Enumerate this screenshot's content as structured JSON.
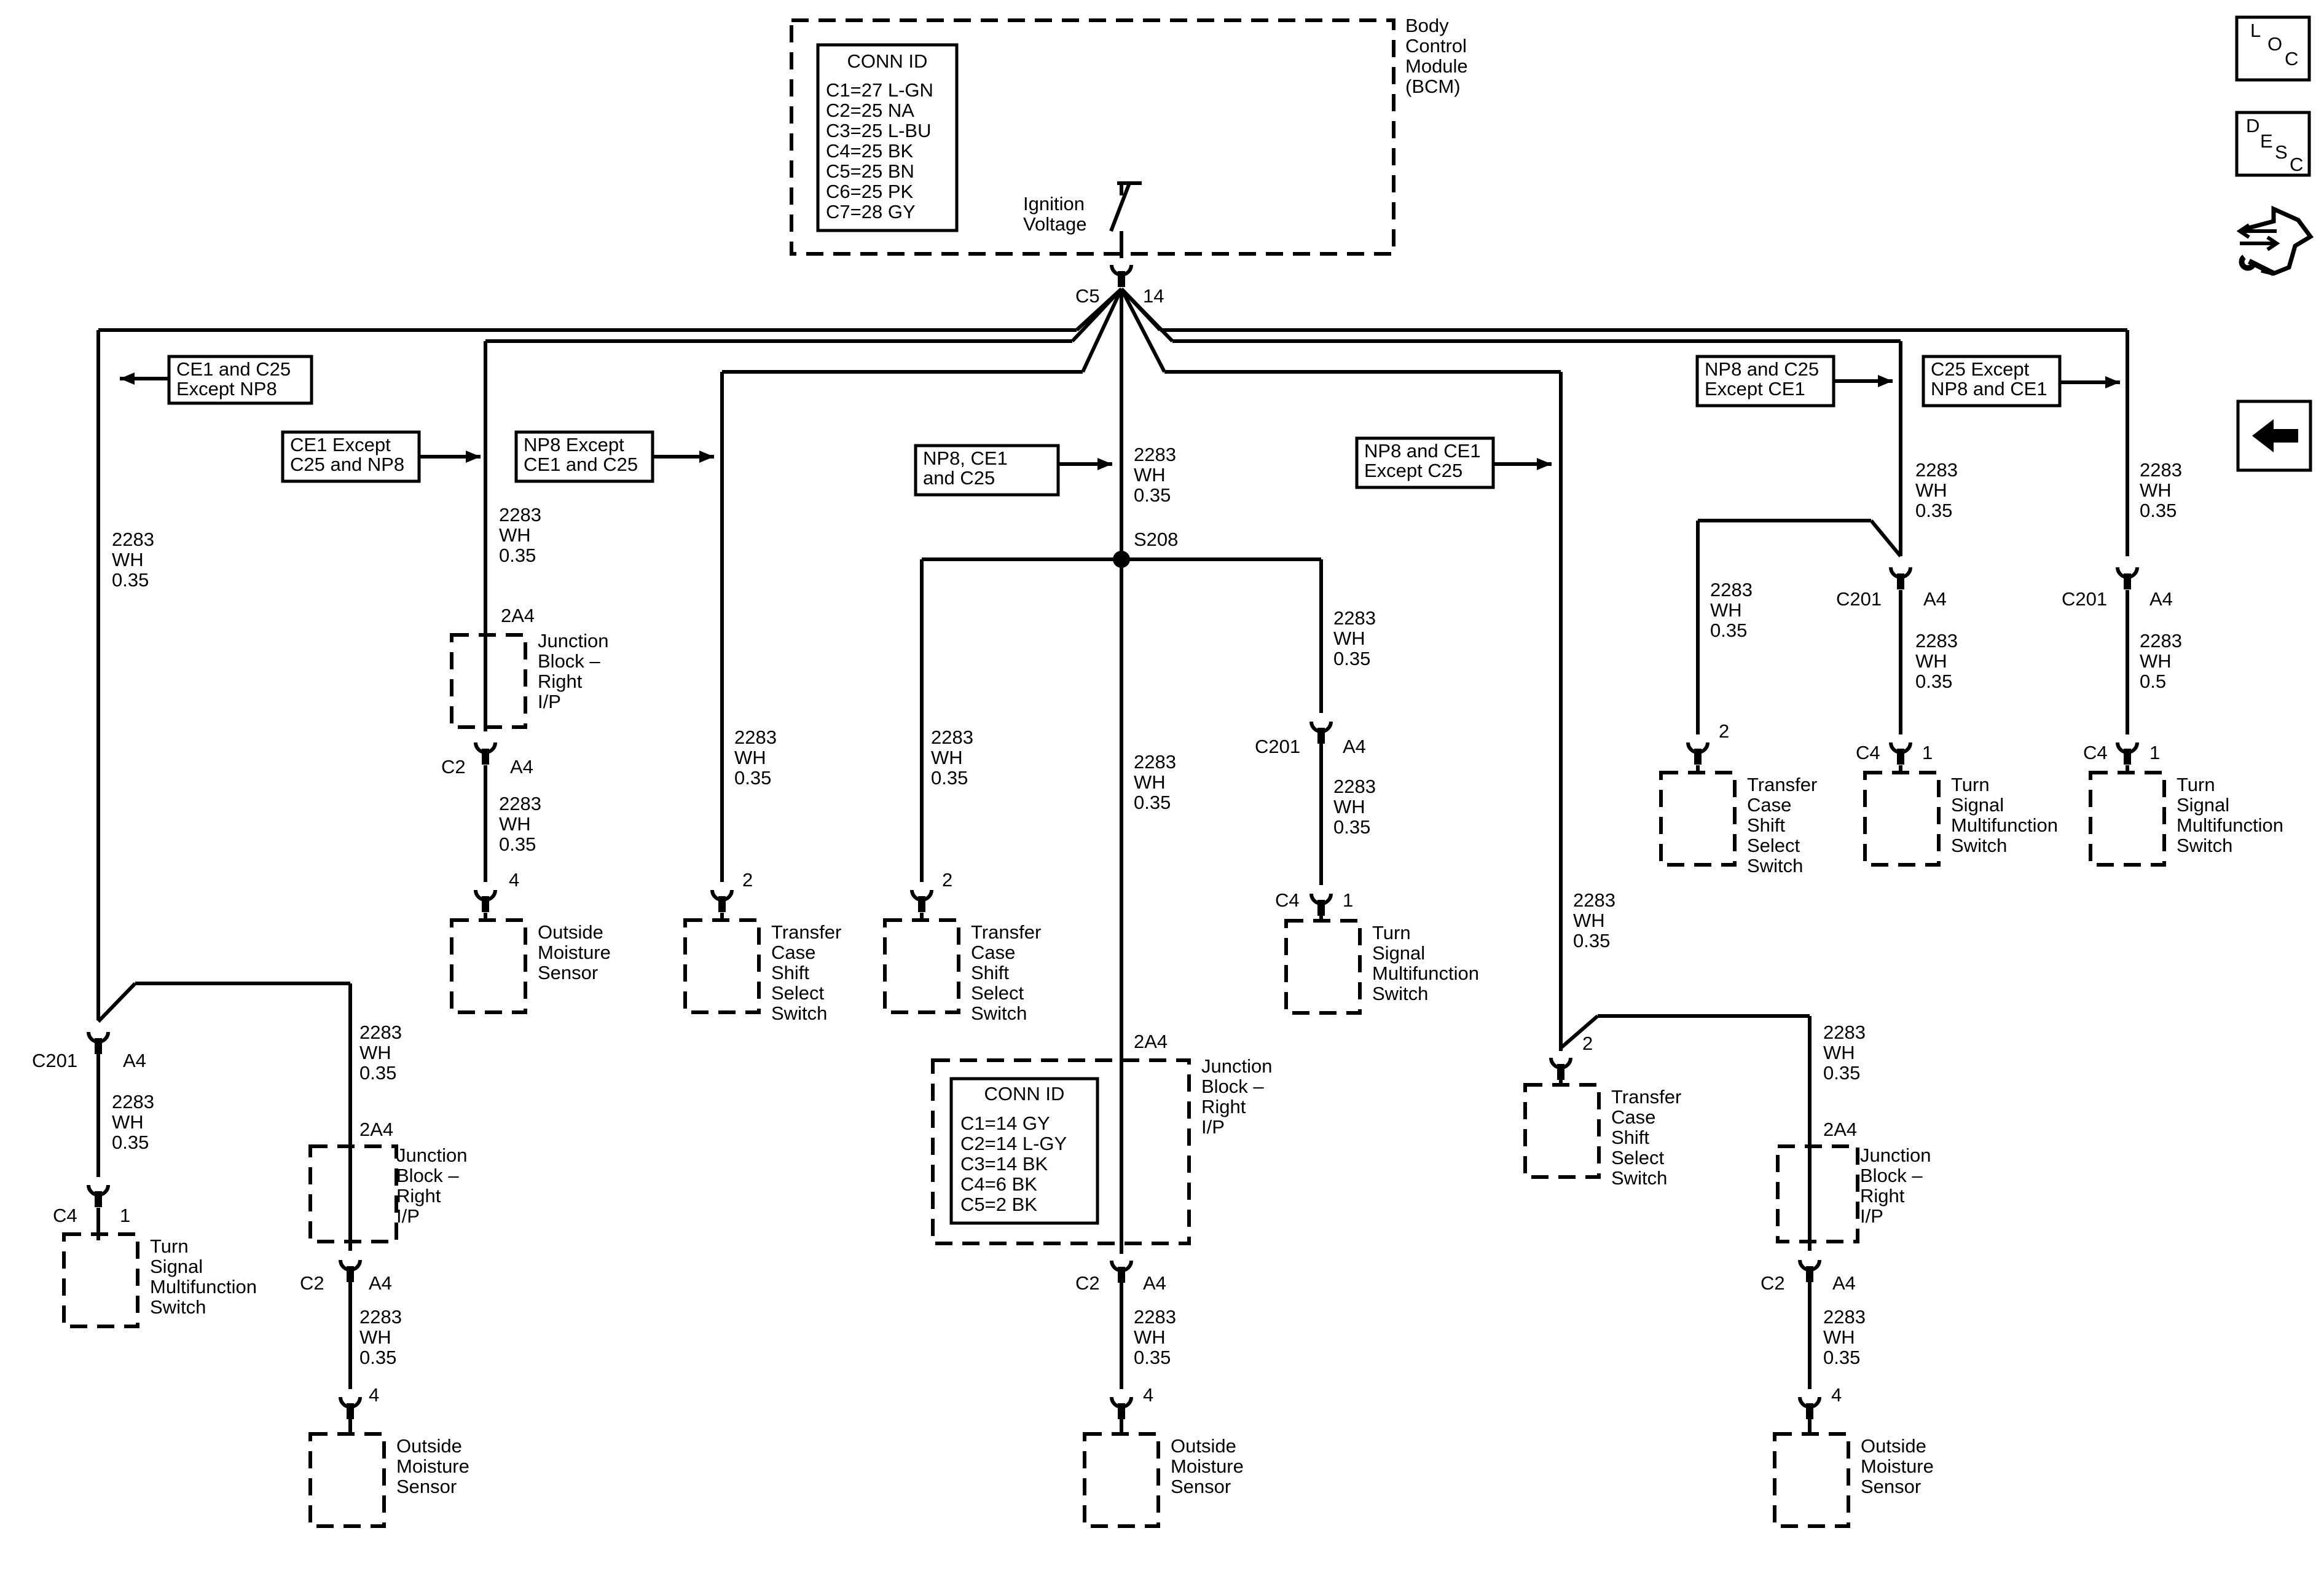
{
  "bcm": {
    "name": [
      "Body",
      "Control",
      "Module",
      "(BCM)"
    ],
    "conn_title": "CONN ID",
    "conn": [
      "C1=27 L-GN",
      "C2=25 NA",
      "C3=25 L-BU",
      "C4=25 BK",
      "C5=25 BN",
      "C6=25 PK",
      "C7=28 GY"
    ],
    "ign": [
      "Ignition",
      "Voltage"
    ],
    "conn_label": "C5",
    "pin": "14"
  },
  "icons": {
    "loc": [
      "L",
      "O",
      "C"
    ],
    "desc": [
      "D",
      "E",
      "S",
      "C"
    ]
  },
  "tags": {
    "t1": [
      "CE1 and C25",
      "Except NP8"
    ],
    "t2": [
      "CE1 Except",
      "C25 and NP8"
    ],
    "t3": [
      "NP8 Except",
      "CE1 and C25"
    ],
    "t4": [
      "NP8, CE1",
      "and C25"
    ],
    "t5": [
      "NP8 and CE1",
      "Except C25"
    ],
    "t6": [
      "NP8 and C25",
      "Except CE1"
    ],
    "t7": [
      "C25 Except",
      "NP8 and CE1"
    ]
  },
  "wire": [
    "2283",
    "WH",
    "0.35"
  ],
  "wire05": [
    "2283",
    "WH",
    "0.5"
  ],
  "splice": "S208",
  "conn": {
    "c201": "C201",
    "a4": "A4",
    "c2": "C2",
    "c4": "C4",
    "twoa4": "2A4",
    "p1": "1",
    "p2": "2",
    "p4": "4"
  },
  "comp": {
    "oms": [
      "Outside",
      "Moisture",
      "Sensor"
    ],
    "tcs": [
      "Transfer",
      "Case",
      "Shift",
      "Select",
      "Switch"
    ],
    "tsm": [
      "Turn",
      "Signal",
      "Multifunction",
      "Switch"
    ],
    "jb": [
      "Junction",
      "Block –",
      "Right",
      "I/P"
    ]
  },
  "jb_conn": {
    "title": "CONN ID",
    "lines": [
      "C1=14 GY",
      "C2=14 L-GY",
      "C3=14 BK",
      "C4=6 BK",
      "C5=2 BK"
    ]
  }
}
